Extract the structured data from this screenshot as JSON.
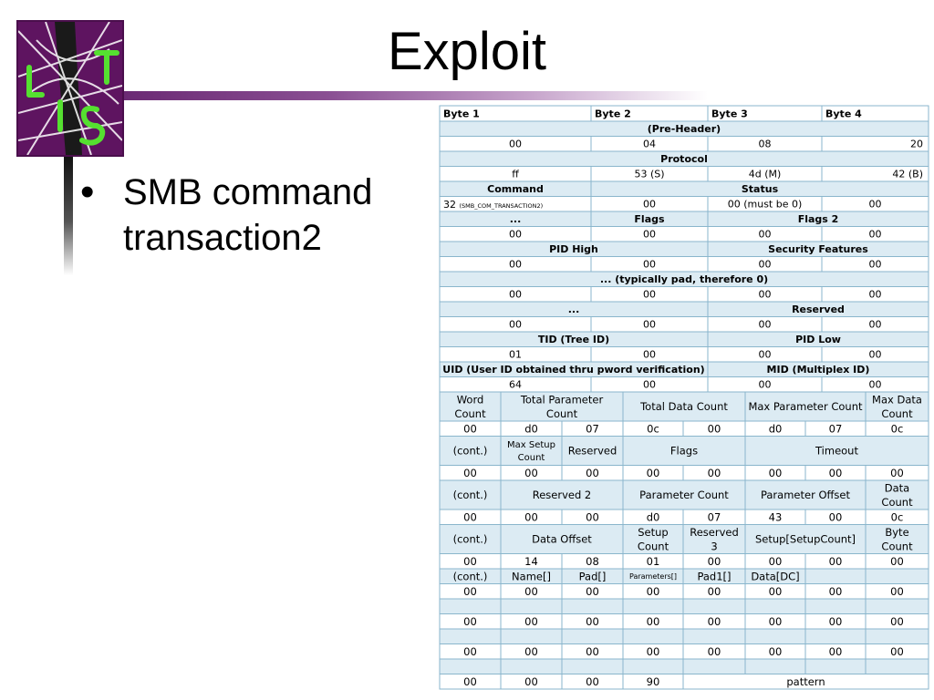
{
  "slide": {
    "title": "Exploit",
    "bullet": "SMB command transaction2",
    "logo_text": "LIST",
    "colors": {
      "accent": "#6b2a74",
      "logo_bg": "#5e1460",
      "logo_letters": "#55e030",
      "table_band": "#dcebf3",
      "table_border": "#8ab6cc"
    }
  },
  "table": {
    "header": [
      "Byte 1",
      "Byte 2",
      "Byte 3",
      "Byte 4"
    ],
    "rows": [
      {
        "kind": "label",
        "cells": [
          {
            "t": "(Pre-Header)",
            "s": 4
          }
        ]
      },
      {
        "kind": "value",
        "cells": [
          {
            "t": "00",
            "s": 1
          },
          {
            "t": "04",
            "s": 1
          },
          {
            "t": "08",
            "s": 1
          },
          {
            "t": "20",
            "s": 1,
            "a": "right"
          }
        ]
      },
      {
        "kind": "label",
        "cells": [
          {
            "t": "Protocol",
            "s": 4
          }
        ]
      },
      {
        "kind": "value",
        "cells": [
          {
            "t": "ff",
            "s": 1
          },
          {
            "t": "53 (S)",
            "s": 1
          },
          {
            "t": "4d (M)",
            "s": 1
          },
          {
            "t": "42 (B)",
            "s": 1,
            "a": "right"
          }
        ]
      },
      {
        "kind": "label",
        "cells": [
          {
            "t": "Command",
            "s": 1
          },
          {
            "t": "Status",
            "s": 3
          }
        ]
      },
      {
        "kind": "value",
        "cells": [
          {
            "t": "32",
            "s": 1,
            "a": "left",
            "small": "(SMB_COM_TRANSACTION2)"
          },
          {
            "t": "00",
            "s": 1
          },
          {
            "t": "00 (must be 0)",
            "s": 1
          },
          {
            "t": "00",
            "s": 1
          }
        ]
      },
      {
        "kind": "label",
        "cells": [
          {
            "t": "...",
            "s": 1
          },
          {
            "t": "Flags",
            "s": 1
          },
          {
            "t": "Flags 2",
            "s": 2
          }
        ]
      },
      {
        "kind": "value",
        "cells": [
          {
            "t": "00",
            "s": 1
          },
          {
            "t": "00",
            "s": 1
          },
          {
            "t": "00",
            "s": 1
          },
          {
            "t": "00",
            "s": 1
          }
        ]
      },
      {
        "kind": "label",
        "cells": [
          {
            "t": "PID High",
            "s": 2
          },
          {
            "t": "Security Features",
            "s": 2
          }
        ]
      },
      {
        "kind": "value",
        "cells": [
          {
            "t": "00",
            "s": 1
          },
          {
            "t": "00",
            "s": 1
          },
          {
            "t": "00",
            "s": 1
          },
          {
            "t": "00",
            "s": 1
          }
        ]
      },
      {
        "kind": "label",
        "cells": [
          {
            "t": "... (typically pad, therefore 0)",
            "s": 4
          }
        ]
      },
      {
        "kind": "value",
        "cells": [
          {
            "t": "00",
            "s": 1
          },
          {
            "t": "00",
            "s": 1
          },
          {
            "t": "00",
            "s": 1
          },
          {
            "t": "00",
            "s": 1
          }
        ]
      },
      {
        "kind": "label",
        "cells": [
          {
            "t": "...",
            "s": 2
          },
          {
            "t": "Reserved",
            "s": 2
          }
        ]
      },
      {
        "kind": "value",
        "cells": [
          {
            "t": "00",
            "s": 1
          },
          {
            "t": "00",
            "s": 1
          },
          {
            "t": "00",
            "s": 1
          },
          {
            "t": "00",
            "s": 1
          }
        ]
      },
      {
        "kind": "label",
        "cells": [
          {
            "t": "TID (Tree ID)",
            "s": 2
          },
          {
            "t": "PID Low",
            "s": 2
          }
        ]
      },
      {
        "kind": "value",
        "cells": [
          {
            "t": "01",
            "s": 1
          },
          {
            "t": "00",
            "s": 1
          },
          {
            "t": "00",
            "s": 1
          },
          {
            "t": "00",
            "s": 1
          }
        ]
      },
      {
        "kind": "label",
        "cells": [
          {
            "t": "UID (User ID obtained thru pword verification)",
            "s": 2
          },
          {
            "t": "MID (Multiplex ID)",
            "s": 2
          }
        ]
      },
      {
        "kind": "value",
        "cells": [
          {
            "t": "64",
            "s": 1
          },
          {
            "t": "00",
            "s": 1
          },
          {
            "t": "00",
            "s": 1
          },
          {
            "t": "00",
            "s": 1
          }
        ]
      }
    ],
    "detail_rows": [
      {
        "band": true,
        "tall": true,
        "cells": [
          {
            "t": "Word Count",
            "s": 1
          },
          {
            "t": "Total Parameter Count",
            "s": 2
          },
          {
            "t": "Total Data Count",
            "s": 2
          },
          {
            "t": "Max Parameter Count",
            "s": 2
          },
          {
            "t": "Max Data Count",
            "s": 1
          }
        ]
      },
      {
        "band": false,
        "cells": [
          {
            "t": "00",
            "s": 1
          },
          {
            "t": "d0",
            "s": 1
          },
          {
            "t": "07",
            "s": 1
          },
          {
            "t": "0c",
            "s": 1
          },
          {
            "t": "00",
            "s": 1
          },
          {
            "t": "d0",
            "s": 1
          },
          {
            "t": "07",
            "s": 1
          },
          {
            "t": "0c",
            "s": 1
          }
        ]
      },
      {
        "band": true,
        "tall": true,
        "cells": [
          {
            "t": "(cont.)",
            "s": 1
          },
          {
            "t": "Max Setup Count",
            "s": 1,
            "f": "small"
          },
          {
            "t": "Reserved",
            "s": 1
          },
          {
            "t": "Flags",
            "s": 2
          },
          {
            "t": "Timeout",
            "s": 3
          }
        ]
      },
      {
        "band": false,
        "cells": [
          {
            "t": "00",
            "s": 1
          },
          {
            "t": "00",
            "s": 1
          },
          {
            "t": "00",
            "s": 1
          },
          {
            "t": "00",
            "s": 1
          },
          {
            "t": "00",
            "s": 1
          },
          {
            "t": "00",
            "s": 1
          },
          {
            "t": "00",
            "s": 1
          },
          {
            "t": "00",
            "s": 1
          }
        ]
      },
      {
        "band": true,
        "tall": true,
        "cells": [
          {
            "t": "(cont.)",
            "s": 1
          },
          {
            "t": "Reserved 2",
            "s": 2
          },
          {
            "t": "Parameter Count",
            "s": 2
          },
          {
            "t": "Parameter Offset",
            "s": 2
          },
          {
            "t": "Data Count",
            "s": 1
          }
        ]
      },
      {
        "band": false,
        "cells": [
          {
            "t": "00",
            "s": 1
          },
          {
            "t": "00",
            "s": 1
          },
          {
            "t": "00",
            "s": 1
          },
          {
            "t": "d0",
            "s": 1
          },
          {
            "t": "07",
            "s": 1
          },
          {
            "t": "43",
            "s": 1
          },
          {
            "t": "00",
            "s": 1
          },
          {
            "t": "0c",
            "s": 1
          }
        ]
      },
      {
        "band": true,
        "tall": true,
        "cells": [
          {
            "t": "(cont.)",
            "s": 1
          },
          {
            "t": "Data Offset",
            "s": 2
          },
          {
            "t": "Setup Count",
            "s": 1
          },
          {
            "t": "Reserved 3",
            "s": 1
          },
          {
            "t": "Setup[SetupCount]",
            "s": 2
          },
          {
            "t": "Byte Count",
            "s": 1
          }
        ]
      },
      {
        "band": false,
        "cells": [
          {
            "t": "00",
            "s": 1
          },
          {
            "t": "14",
            "s": 1
          },
          {
            "t": "08",
            "s": 1
          },
          {
            "t": "01",
            "s": 1
          },
          {
            "t": "00",
            "s": 1
          },
          {
            "t": "00",
            "s": 1
          },
          {
            "t": "00",
            "s": 1
          },
          {
            "t": "00",
            "s": 1
          }
        ]
      },
      {
        "band": true,
        "cells": [
          {
            "t": "(cont.)",
            "s": 1
          },
          {
            "t": "Name[]",
            "s": 1
          },
          {
            "t": "Pad[]",
            "s": 1
          },
          {
            "t": "Parameters[]",
            "s": 1,
            "f": "tiny"
          },
          {
            "t": "Pad1[]",
            "s": 1
          },
          {
            "t": "Data[DC]",
            "s": 1
          },
          {
            "t": "",
            "s": 1
          },
          {
            "t": "",
            "s": 1
          }
        ]
      },
      {
        "band": false,
        "cells": [
          {
            "t": "00",
            "s": 1
          },
          {
            "t": "00",
            "s": 1
          },
          {
            "t": "00",
            "s": 1
          },
          {
            "t": "00",
            "s": 1
          },
          {
            "t": "00",
            "s": 1
          },
          {
            "t": "00",
            "s": 1
          },
          {
            "t": "00",
            "s": 1
          },
          {
            "t": "00",
            "s": 1
          }
        ]
      },
      {
        "band": true,
        "cells": [
          {
            "t": "",
            "s": 1
          },
          {
            "t": "",
            "s": 1
          },
          {
            "t": "",
            "s": 1
          },
          {
            "t": "",
            "s": 1
          },
          {
            "t": "",
            "s": 1
          },
          {
            "t": "",
            "s": 1
          },
          {
            "t": "",
            "s": 1
          },
          {
            "t": "",
            "s": 1
          }
        ]
      },
      {
        "band": false,
        "cells": [
          {
            "t": "00",
            "s": 1
          },
          {
            "t": "00",
            "s": 1
          },
          {
            "t": "00",
            "s": 1
          },
          {
            "t": "00",
            "s": 1
          },
          {
            "t": "00",
            "s": 1
          },
          {
            "t": "00",
            "s": 1
          },
          {
            "t": "00",
            "s": 1
          },
          {
            "t": "00",
            "s": 1
          }
        ]
      },
      {
        "band": true,
        "cells": [
          {
            "t": "",
            "s": 1
          },
          {
            "t": "",
            "s": 1
          },
          {
            "t": "",
            "s": 1
          },
          {
            "t": "",
            "s": 1
          },
          {
            "t": "",
            "s": 1
          },
          {
            "t": "",
            "s": 1
          },
          {
            "t": "",
            "s": 1
          },
          {
            "t": "",
            "s": 1
          }
        ]
      },
      {
        "band": false,
        "cells": [
          {
            "t": "00",
            "s": 1
          },
          {
            "t": "00",
            "s": 1
          },
          {
            "t": "00",
            "s": 1
          },
          {
            "t": "00",
            "s": 1
          },
          {
            "t": "00",
            "s": 1
          },
          {
            "t": "00",
            "s": 1
          },
          {
            "t": "00",
            "s": 1
          },
          {
            "t": "00",
            "s": 1
          }
        ]
      },
      {
        "band": true,
        "cells": [
          {
            "t": "",
            "s": 1
          },
          {
            "t": "",
            "s": 1
          },
          {
            "t": "",
            "s": 1
          },
          {
            "t": "",
            "s": 1
          },
          {
            "t": "",
            "s": 1
          },
          {
            "t": "",
            "s": 1
          },
          {
            "t": "",
            "s": 1
          },
          {
            "t": "",
            "s": 1
          }
        ]
      },
      {
        "band": false,
        "cells": [
          {
            "t": "00",
            "s": 1
          },
          {
            "t": "00",
            "s": 1
          },
          {
            "t": "00",
            "s": 1
          },
          {
            "t": "90",
            "s": 1
          },
          {
            "t": "pattern",
            "s": 4
          }
        ]
      }
    ]
  }
}
